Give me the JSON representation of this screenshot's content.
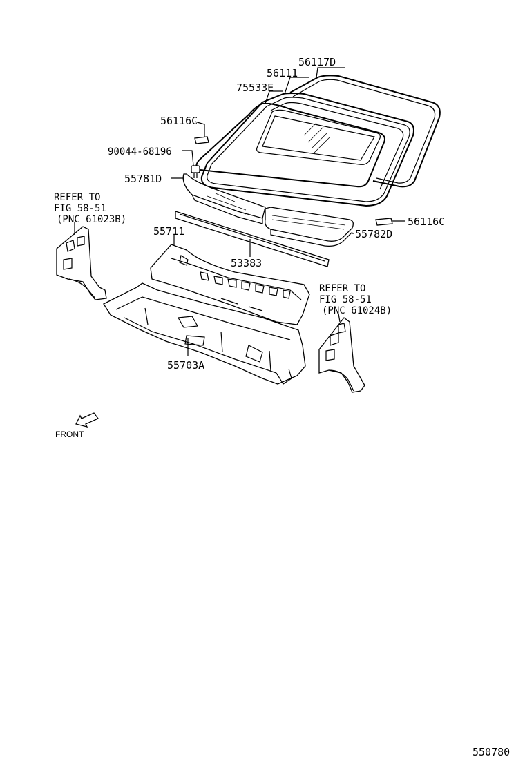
{
  "diagram": {
    "parts": [
      {
        "id": "p-56117D",
        "label": "56117D"
      },
      {
        "id": "p-56111",
        "label": "56111"
      },
      {
        "id": "p-75533E",
        "label": "75533E"
      },
      {
        "id": "p-56116C-a",
        "label": "56116C"
      },
      {
        "id": "p-90044",
        "label": "90044-68196"
      },
      {
        "id": "p-55781D",
        "label": "55781D"
      },
      {
        "id": "p-56116C-b",
        "label": "56116C"
      },
      {
        "id": "p-55782D",
        "label": "55782D"
      },
      {
        "id": "p-55711",
        "label": "55711"
      },
      {
        "id": "p-53383",
        "label": "53383"
      },
      {
        "id": "p-55703A",
        "label": "55703A"
      }
    ],
    "refs": [
      {
        "id": "ref-left",
        "lines": [
          "REFER TO",
          "FIG 58-51",
          "(PNC 61023B)"
        ]
      },
      {
        "id": "ref-right",
        "lines": [
          "REFER TO",
          "FIG 58-51",
          "(PNC 61024B)"
        ]
      }
    ],
    "front_label": "FRONT",
    "figure_number": "550780"
  }
}
